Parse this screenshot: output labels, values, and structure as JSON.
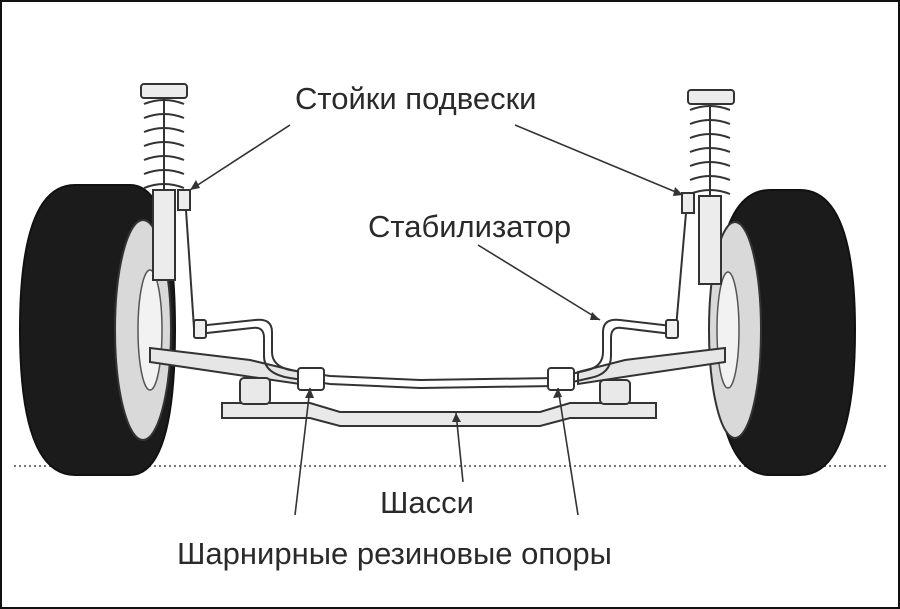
{
  "labels": {
    "struts": "Стойки подвески",
    "stabilizer": "Стабилизатор",
    "chassis": "Шасси",
    "bushings": "Шарнирные резиновые опоры"
  },
  "colors": {
    "ink": "#2a2a2a",
    "tire": "#1b1b1b",
    "metal": "#e4e4e4",
    "outline": "#333333",
    "background": "#ffffff"
  }
}
